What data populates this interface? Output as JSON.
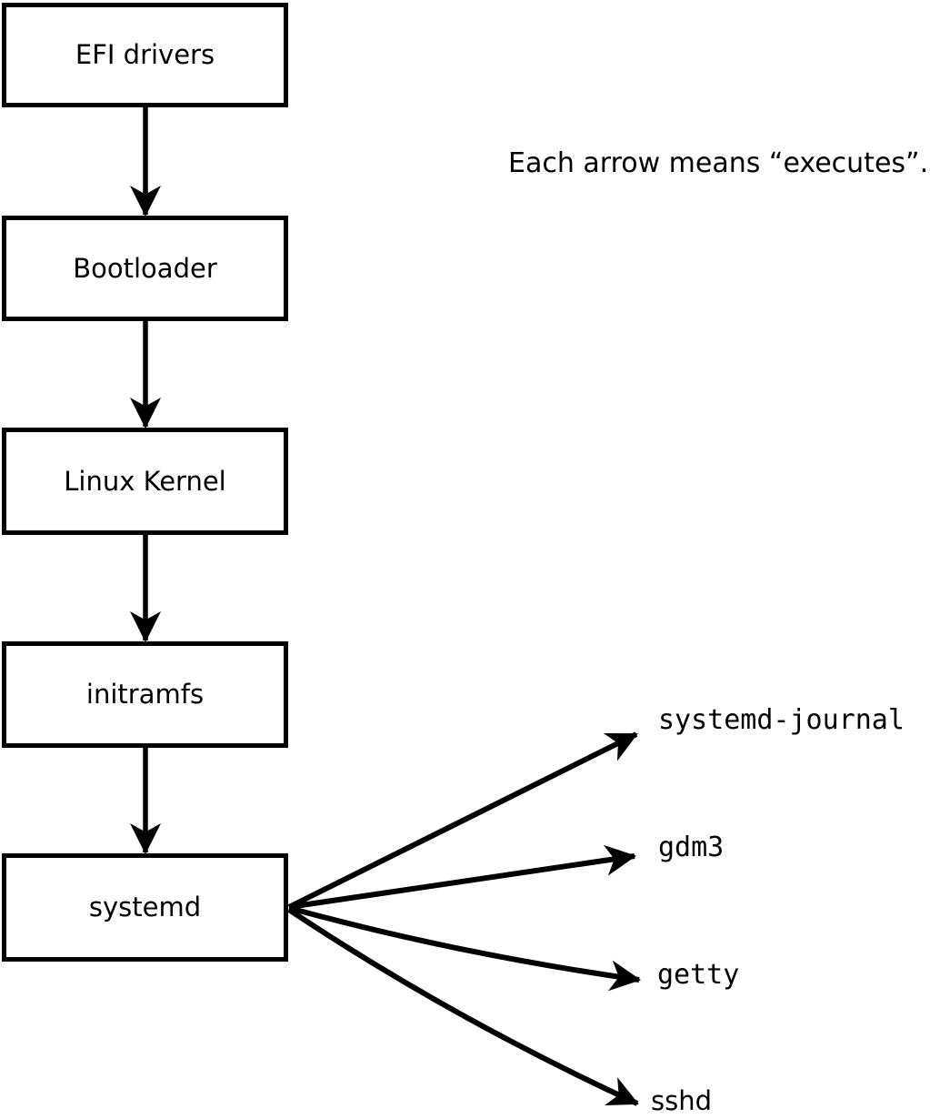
{
  "note": "Each arrow means “executes”.",
  "chain": [
    {
      "id": "efi-drivers",
      "label": "EFI drivers"
    },
    {
      "id": "bootloader",
      "label": "Bootloader"
    },
    {
      "id": "linux-kernel",
      "label": "Linux Kernel"
    },
    {
      "id": "initramfs",
      "label": "initramfs"
    },
    {
      "id": "systemd",
      "label": "systemd"
    }
  ],
  "spawned": [
    {
      "id": "systemd-journal",
      "label": "systemd-journal"
    },
    {
      "id": "gdm3",
      "label": "gdm3"
    },
    {
      "id": "getty",
      "label": "getty"
    },
    {
      "id": "sshd",
      "label": "sshd"
    }
  ],
  "colors": {
    "stroke": "#000000",
    "background": "#ffffff",
    "text": "#000000"
  }
}
